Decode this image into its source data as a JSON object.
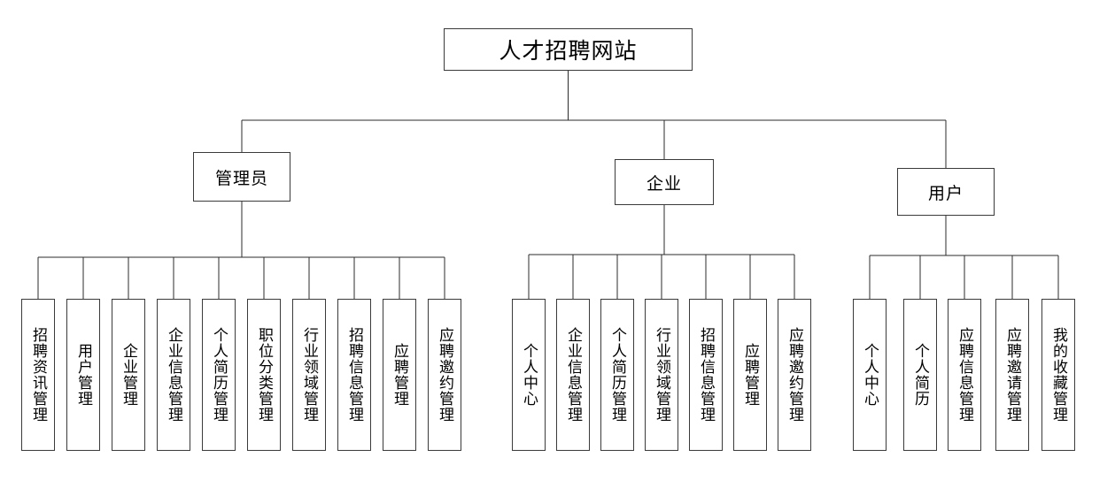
{
  "diagram": {
    "type": "org-chart",
    "title": "人才招聘网站",
    "orientation": "top-down",
    "levels": 3,
    "colors": {
      "background": "#ffffff",
      "box_border": "#3a3a3a",
      "connector": "#2b2b2b",
      "text": "#000000"
    },
    "root": {
      "label": "人才招聘网站"
    },
    "groups": [
      {
        "id": "admin",
        "label": "管理员",
        "leaves": [
          {
            "label": "招聘资讯管理"
          },
          {
            "label": "用户管理"
          },
          {
            "label": "企业管理"
          },
          {
            "label": "企业信息管理"
          },
          {
            "label": "个人简历管理"
          },
          {
            "label": "职位分类管理"
          },
          {
            "label": "行业领域管理"
          },
          {
            "label": "招聘信息管理"
          },
          {
            "label": "应聘管理"
          },
          {
            "label": "应聘邀约管理"
          }
        ]
      },
      {
        "id": "enterprise",
        "label": "企业",
        "leaves": [
          {
            "label": "个人中心"
          },
          {
            "label": "企业信息管理"
          },
          {
            "label": "个人简历管理"
          },
          {
            "label": "行业领域管理"
          },
          {
            "label": "招聘信息管理"
          },
          {
            "label": "应聘管理"
          },
          {
            "label": "应聘邀约管理"
          }
        ]
      },
      {
        "id": "user",
        "label": "用户",
        "leaves": [
          {
            "label": "个人中心"
          },
          {
            "label": "个人简历"
          },
          {
            "label": "应聘信息管理"
          },
          {
            "label": "应聘邀请管理"
          },
          {
            "label": "我的收藏管理"
          }
        ]
      }
    ]
  }
}
